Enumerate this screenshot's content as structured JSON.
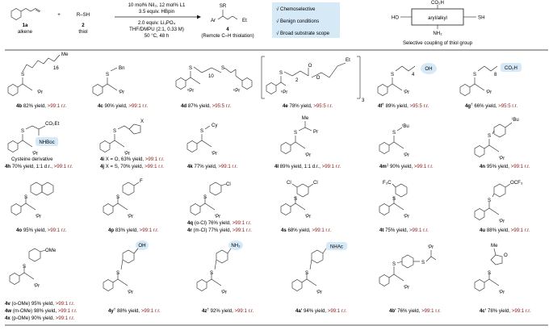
{
  "header": {
    "reactant1_id": "1a",
    "reactant1_name": "alkene",
    "plus": "+",
    "reactant2_formula": "R–SH",
    "reactant2_id": "2",
    "reactant2_name": "thiol",
    "conditions": [
      "10 mol% NiI₂, 12 mol% L1",
      "3.5 equiv. HBpin",
      "2.0 equiv. Li₃PO₄",
      "THF/DMPU (2:1, 0.33 M)",
      "50 °C, 48 h"
    ],
    "product_sr": "SR",
    "product_ar": "Ar",
    "product_et": "Et",
    "product_id": "4",
    "product_note": "(Remote C–H thiolation)",
    "features": [
      "√  Chemoselective",
      "√  Benign conditions",
      "√  Broad substrate scope"
    ],
    "box_label": "aryl/alkyl",
    "box_ho": "HO",
    "box_sh": "SH",
    "box_co2h": "CO₂H",
    "box_nh2": "NH₂",
    "box_caption": "Selective coupling of thiol group"
  },
  "structure_labels": {
    "ipr": "ⁱPr",
    "npr": "ⁿPr",
    "bn": "Bn",
    "me": "Me",
    "pr": "Pr",
    "cy": "Cy",
    "tbu": "ᵗBu",
    "oh": "OH",
    "co2h": "CO₂H",
    "co2et": "CO₂Et",
    "nhboc": "NHBoc",
    "nh2": "NH₂",
    "nhac": "NHAc",
    "f": "F",
    "cl": "Cl",
    "ome": "OMe",
    "ocf3": "OCF₃",
    "cf3": "F₃C",
    "x": "X",
    "o": "O",
    "s": "S",
    "n16": "16",
    "n10": "10",
    "n4": "4",
    "n8": "8",
    "n2": "2",
    "n3": "3",
    "et": "Et"
  },
  "entries": [
    {
      "id": "4b",
      "yield": "82% yield,",
      "rr": ">99:1 r.r."
    },
    {
      "id": "4c",
      "yield": "90% yield,",
      "rr": ">99:1 r.r."
    },
    {
      "id": "4d",
      "yield": "87% yield,",
      "rr": ">95:5 r.r."
    },
    {
      "id": "4e",
      "yield": "78% yield,",
      "rr": ">95:5 r.r."
    },
    {
      "id": "4f",
      "sup": "†",
      "yield": "89% yield,",
      "rr": ">95:5 r.r."
    },
    {
      "id": "4g",
      "sup": "†",
      "yield": "66% yield,",
      "rr": ">95:5 r.r."
    },
    {
      "id": "4h",
      "yield": "70% yield, 1:1 d.r.,",
      "rr": ">99:1 r.r.",
      "note": "Cysteine derivative"
    },
    {
      "id": "4i",
      "yield": "X = O, 63% yield,",
      "rr": ">99:1 r.r."
    },
    {
      "id": "4j",
      "yield": "X = S, 70% yield,",
      "rr": ">99:1 r.r."
    },
    {
      "id": "4k",
      "yield": "77% yield,",
      "rr": ">99:1 r.r."
    },
    {
      "id": "4l",
      "yield": "89% yield, 1:1 d.r.,",
      "rr": ">99:1 r.r."
    },
    {
      "id": "4m",
      "sup": "‡",
      "yield": "90% yield,",
      "rr": ">99:1 r.r."
    },
    {
      "id": "4n",
      "yield": "95% yield,",
      "rr": ">99:1 r.r."
    },
    {
      "id": "4o",
      "yield": "95% yield,",
      "rr": ">99:1 r.r."
    },
    {
      "id": "4p",
      "yield": "83% yield,",
      "rr": ">99:1 r.r."
    },
    {
      "id": "4q",
      "yield": "(o-Cl) 76% yield,",
      "rr": ">99:1 r.r."
    },
    {
      "id": "4r",
      "yield": "(m-Cl) 77% yield,",
      "rr": ">99:1 r.r."
    },
    {
      "id": "4s",
      "yield": "68% yield,",
      "rr": ">99:1 r.r."
    },
    {
      "id": "4t",
      "yield": "75% yield,",
      "rr": ">99:1 r.r."
    },
    {
      "id": "4u",
      "yield": "88% yield,",
      "rr": ">99:1 r.r."
    },
    {
      "id": "4v",
      "yield": "(o-OMe) 95% yield,",
      "rr": ">99:1 r.r."
    },
    {
      "id": "4w",
      "yield": "(m-OMe) 98% yield,",
      "rr": ">99:1 r.r."
    },
    {
      "id": "4x",
      "yield": "(p-OMe) 90% yield,",
      "rr": ">99:1 r.r."
    },
    {
      "id": "4y",
      "sup": "†",
      "yield": "88% yield,",
      "rr": ">99:1 r.r."
    },
    {
      "id": "4z",
      "sup": "†",
      "yield": "92% yield,",
      "rr": ">99:1 r.r."
    },
    {
      "id": "4a'",
      "yield": "94% yield,",
      "rr": ">99:1 r.r."
    },
    {
      "id": "4b'",
      "yield": "76% yield,",
      "rr": ">99:1 r.r."
    },
    {
      "id": "4c'",
      "yield": "78% yield,",
      "rr": ">99:1 r.r."
    }
  ],
  "colors": {
    "rr": "#8b1a1a",
    "highlight": "#d6e9f7",
    "box_features": "#d6e9f7"
  }
}
